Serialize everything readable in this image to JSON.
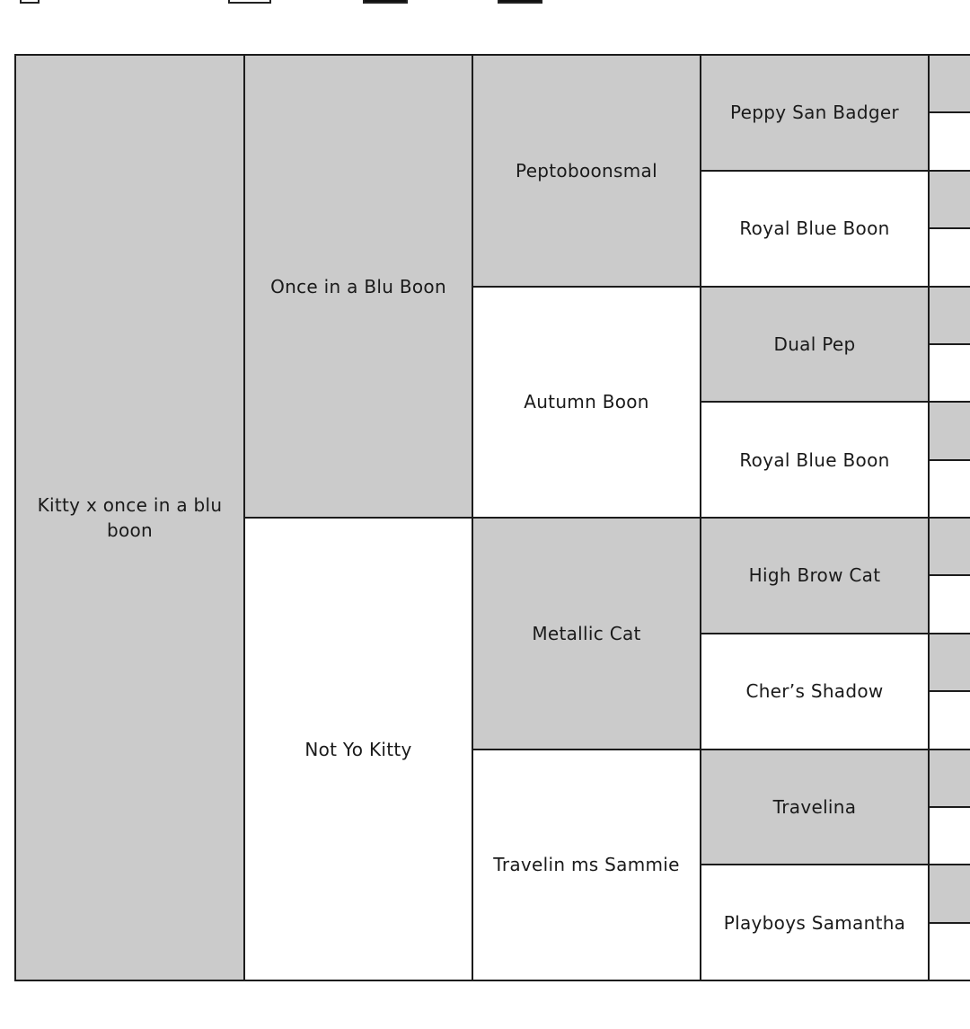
{
  "colors": {
    "gray": "#cbcbcb",
    "white": "#ffffff",
    "border": "#1c1c1c",
    "text": "#1a1a1a"
  },
  "legend": [
    {
      "id": "sw1",
      "fill": "white"
    },
    {
      "id": "sw2",
      "fill": "white"
    },
    {
      "id": "sw3",
      "fill": "black"
    },
    {
      "id": "sw4",
      "fill": "black"
    }
  ],
  "pedigree": {
    "subject": {
      "name": "Kitty x once in a blu boon",
      "fill": "gray"
    },
    "parents": [
      {
        "name": "Once in a Blu Boon",
        "fill": "gray"
      },
      {
        "name": "Not Yo Kitty",
        "fill": "white"
      }
    ],
    "grandparents": [
      {
        "name": "Peptoboonsmal",
        "fill": "gray"
      },
      {
        "name": "Autumn Boon",
        "fill": "white"
      },
      {
        "name": "Metallic Cat",
        "fill": "gray"
      },
      {
        "name": "Travelin ms Sammie",
        "fill": "white"
      }
    ],
    "great_grandparents": [
      {
        "name": "Peppy San Badger",
        "fill": "gray"
      },
      {
        "name": "Royal Blue Boon",
        "fill": "white"
      },
      {
        "name": "Dual Pep",
        "fill": "gray"
      },
      {
        "name": "Royal Blue Boon",
        "fill": "white"
      },
      {
        "name": "High Brow Cat",
        "fill": "gray"
      },
      {
        "name": "Cher’s Shadow",
        "fill": "white"
      },
      {
        "name": "Travelina",
        "fill": "gray"
      },
      {
        "name": "Playboys Samantha",
        "fill": "white"
      }
    ],
    "next_generation_count": 16
  }
}
